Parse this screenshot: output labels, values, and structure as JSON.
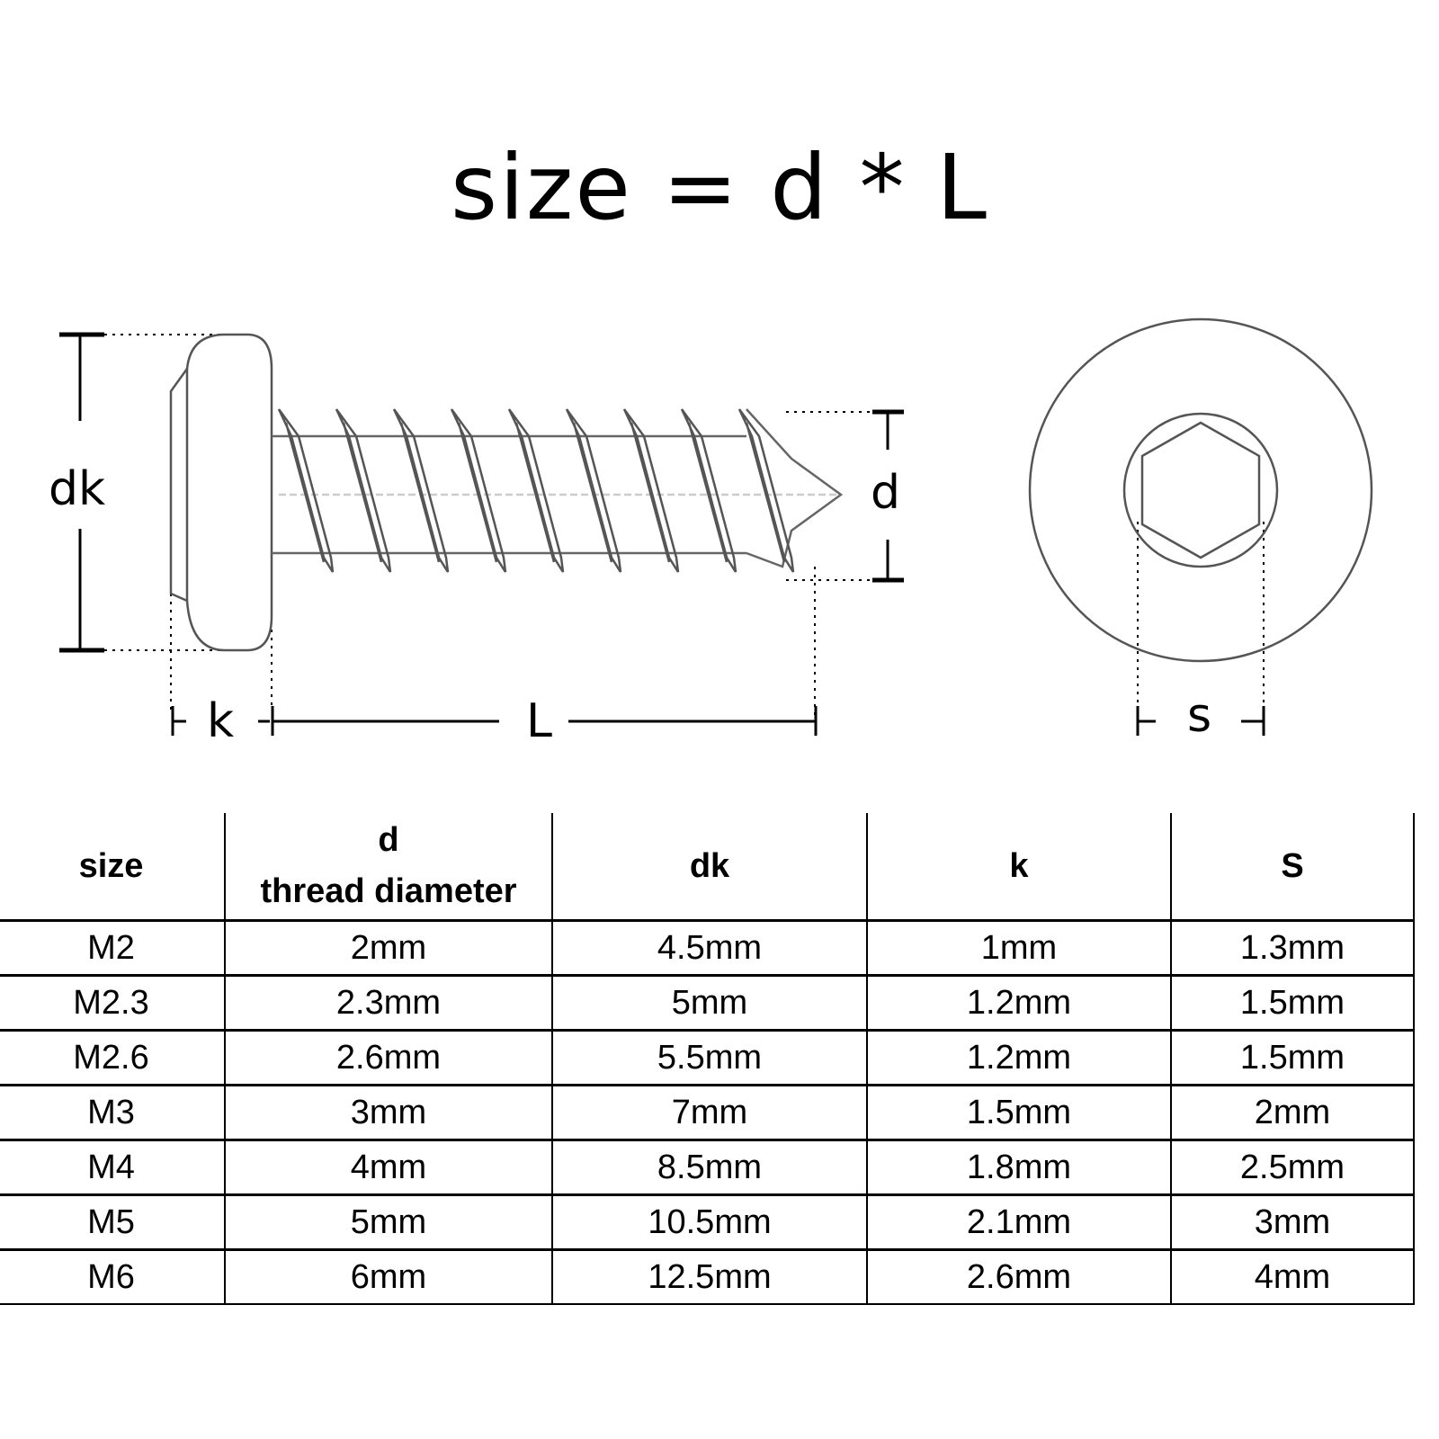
{
  "title": "size = d * L",
  "diagram": {
    "labels": {
      "dk": "dk",
      "d": "d",
      "k": "k",
      "L": "L",
      "s": "s"
    }
  },
  "table": {
    "headers": [
      {
        "line1": "size",
        "line2": ""
      },
      {
        "line1": "d",
        "line2": "thread diameter"
      },
      {
        "line1": "dk",
        "line2": ""
      },
      {
        "line1": "k",
        "line2": ""
      },
      {
        "line1": "S",
        "line2": ""
      }
    ],
    "rows": [
      [
        "M2",
        "2mm",
        "4.5mm",
        "1mm",
        "1.3mm"
      ],
      [
        "M2.3",
        "2.3mm",
        "5mm",
        "1.2mm",
        "1.5mm"
      ],
      [
        "M2.6",
        "2.6mm",
        "5.5mm",
        "1.2mm",
        "1.5mm"
      ],
      [
        "M3",
        "3mm",
        "7mm",
        "1.5mm",
        "2mm"
      ],
      [
        "M4",
        "4mm",
        "8.5mm",
        "1.8mm",
        "2.5mm"
      ],
      [
        "M5",
        "5mm",
        "10.5mm",
        "2.1mm",
        "3mm"
      ],
      [
        "M6",
        "6mm",
        "12.5mm",
        "2.6mm",
        "4mm"
      ]
    ]
  }
}
